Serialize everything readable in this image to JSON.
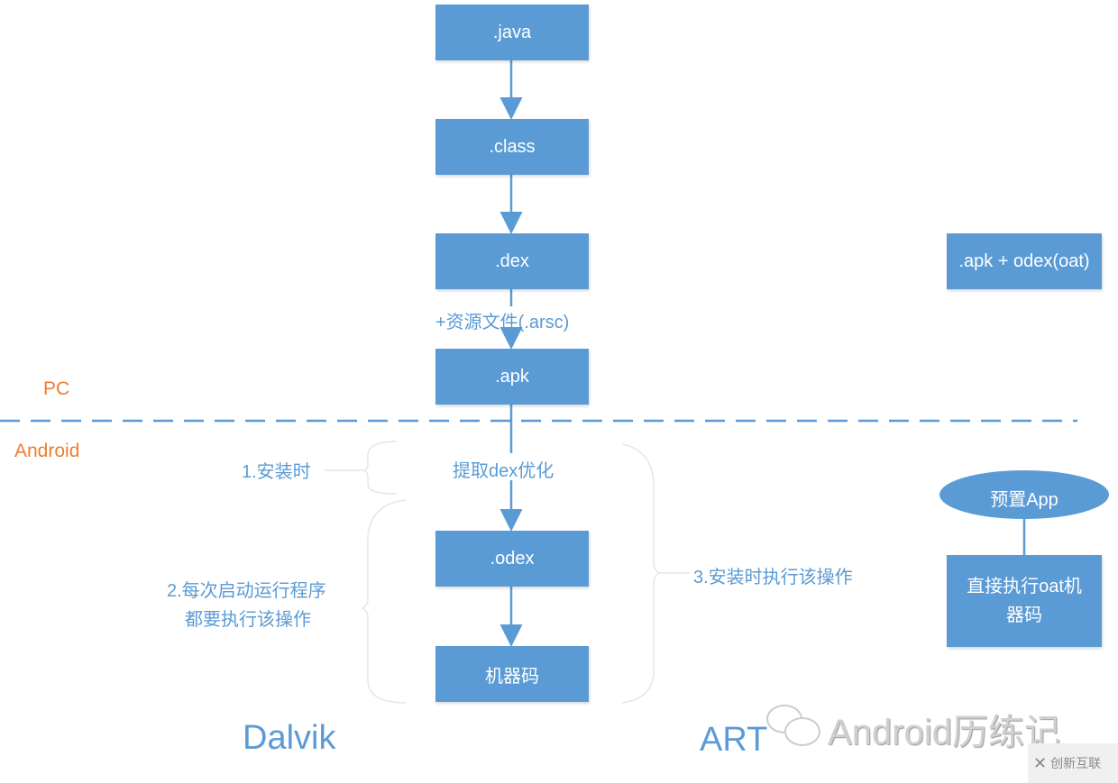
{
  "pipeline": {
    "java": ".java",
    "class": ".class",
    "dex": ".dex",
    "resources_label": "+资源文件(.arsc)",
    "apk": ".apk",
    "extract_label": "提取dex优化",
    "odex": ".odex",
    "machine_code": "机器码"
  },
  "zones": {
    "pc": "PC",
    "android": "Android"
  },
  "annotations": {
    "install_time": "1.安装时",
    "each_launch_line1": "2.每次启动运行程序",
    "each_launch_line2": "都要执行该操作",
    "art_install": "3.安装时执行该操作"
  },
  "art": {
    "apk_odex": ".apk + odex(oat)",
    "preinstalled_app": "预置App",
    "direct_exec_line1": "直接执行oat机",
    "direct_exec_line2": "器码"
  },
  "runtimes": {
    "dalvik": "Dalvik",
    "art": "ART"
  },
  "watermark": {
    "text": "Android历练记",
    "logo": "创新互联"
  },
  "colors": {
    "box": "#5b9bd5",
    "zone_label": "#ed7d31"
  }
}
